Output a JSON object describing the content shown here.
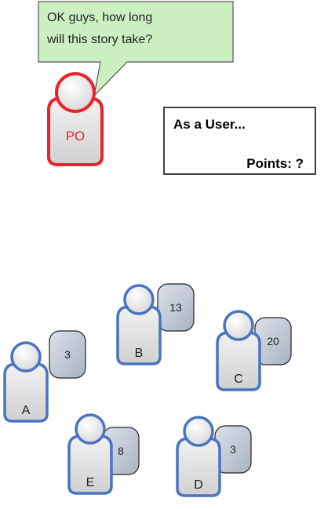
{
  "speech_bubble": {
    "line1": "OK guys, how long",
    "line2": "will this story take?"
  },
  "product_owner": {
    "label": "PO"
  },
  "story_card": {
    "title": "As a User...",
    "points": "Points: ?"
  },
  "team": [
    {
      "label": "A",
      "estimate": "3"
    },
    {
      "label": "B",
      "estimate": "13"
    },
    {
      "label": "C",
      "estimate": "20"
    },
    {
      "label": "D",
      "estimate": "3"
    },
    {
      "label": "E",
      "estimate": "8"
    }
  ],
  "colors": {
    "bubble_fill": "#ccf0c2",
    "bubble_stroke": "#555555",
    "po_stroke": "#e8232b",
    "team_stroke": "#4a74c0",
    "card_fill": "#bfc7d2"
  }
}
